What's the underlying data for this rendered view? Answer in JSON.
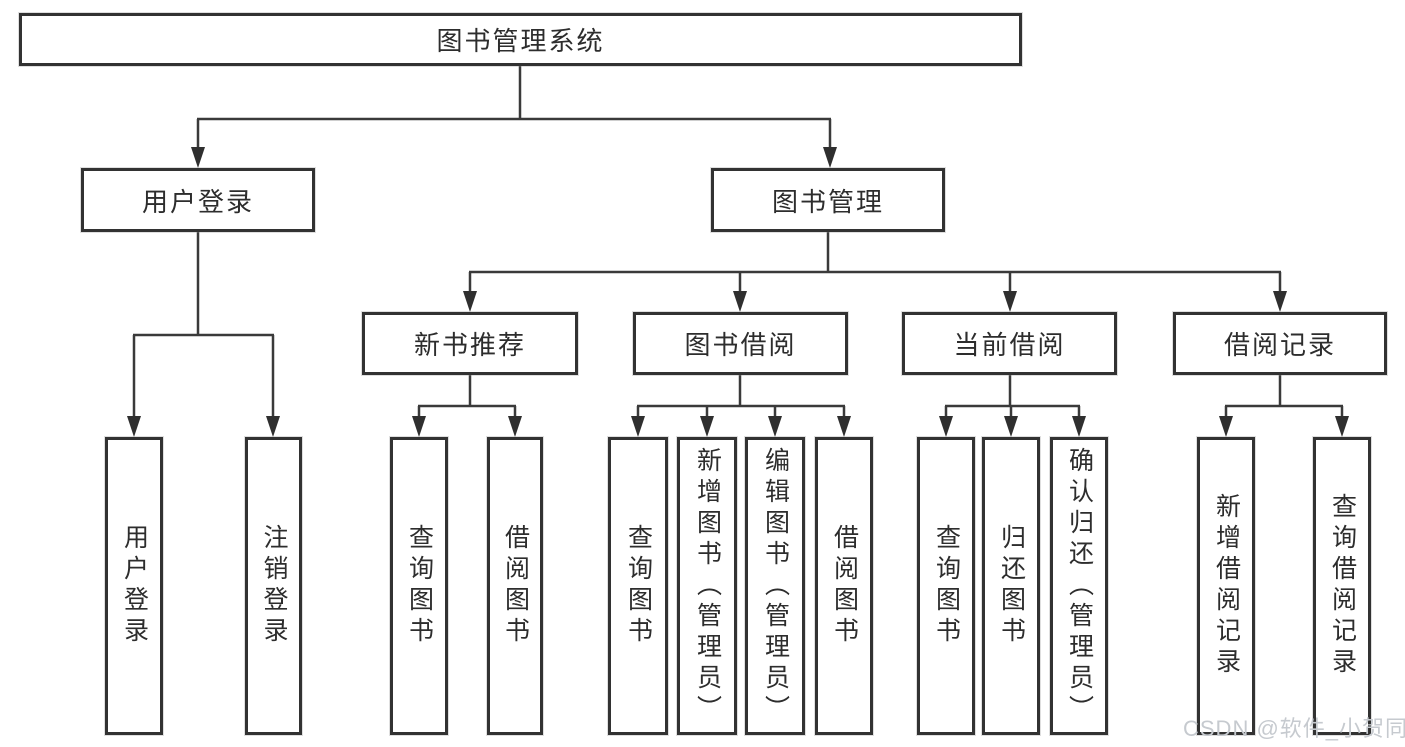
{
  "diagram": {
    "root": {
      "label": "图书管理系统"
    },
    "level2": [
      {
        "label": "用户登录"
      },
      {
        "label": "图书管理"
      }
    ],
    "level3": [
      {
        "label": "新书推荐"
      },
      {
        "label": "图书借阅"
      },
      {
        "label": "当前借阅"
      },
      {
        "label": "借阅记录"
      }
    ],
    "leaves": {
      "login": [
        {
          "label": "用户登录"
        },
        {
          "label": "注销登录"
        }
      ],
      "newbook": [
        {
          "label": "查询图书"
        },
        {
          "label": "借阅图书"
        }
      ],
      "borrow": [
        {
          "label": "查询图书"
        },
        {
          "label": "新增图书（管理员）"
        },
        {
          "label": "编辑图书（管理员）"
        },
        {
          "label": "借阅图书"
        }
      ],
      "current": [
        {
          "label": "查询图书"
        },
        {
          "label": "归还图书"
        },
        {
          "label": "确认归还（管理员）"
        }
      ],
      "records": [
        {
          "label": "新增借阅记录"
        },
        {
          "label": "查询借阅记录"
        }
      ]
    },
    "watermark": "CSDN @软件_小贺同学",
    "colors": {
      "line": "#3a3a3a",
      "box_border": "#323232",
      "box_fill": "#ffffff",
      "text": "#2d2d2d",
      "watermark": "#c6cacf",
      "background": "#ffffff"
    }
  }
}
